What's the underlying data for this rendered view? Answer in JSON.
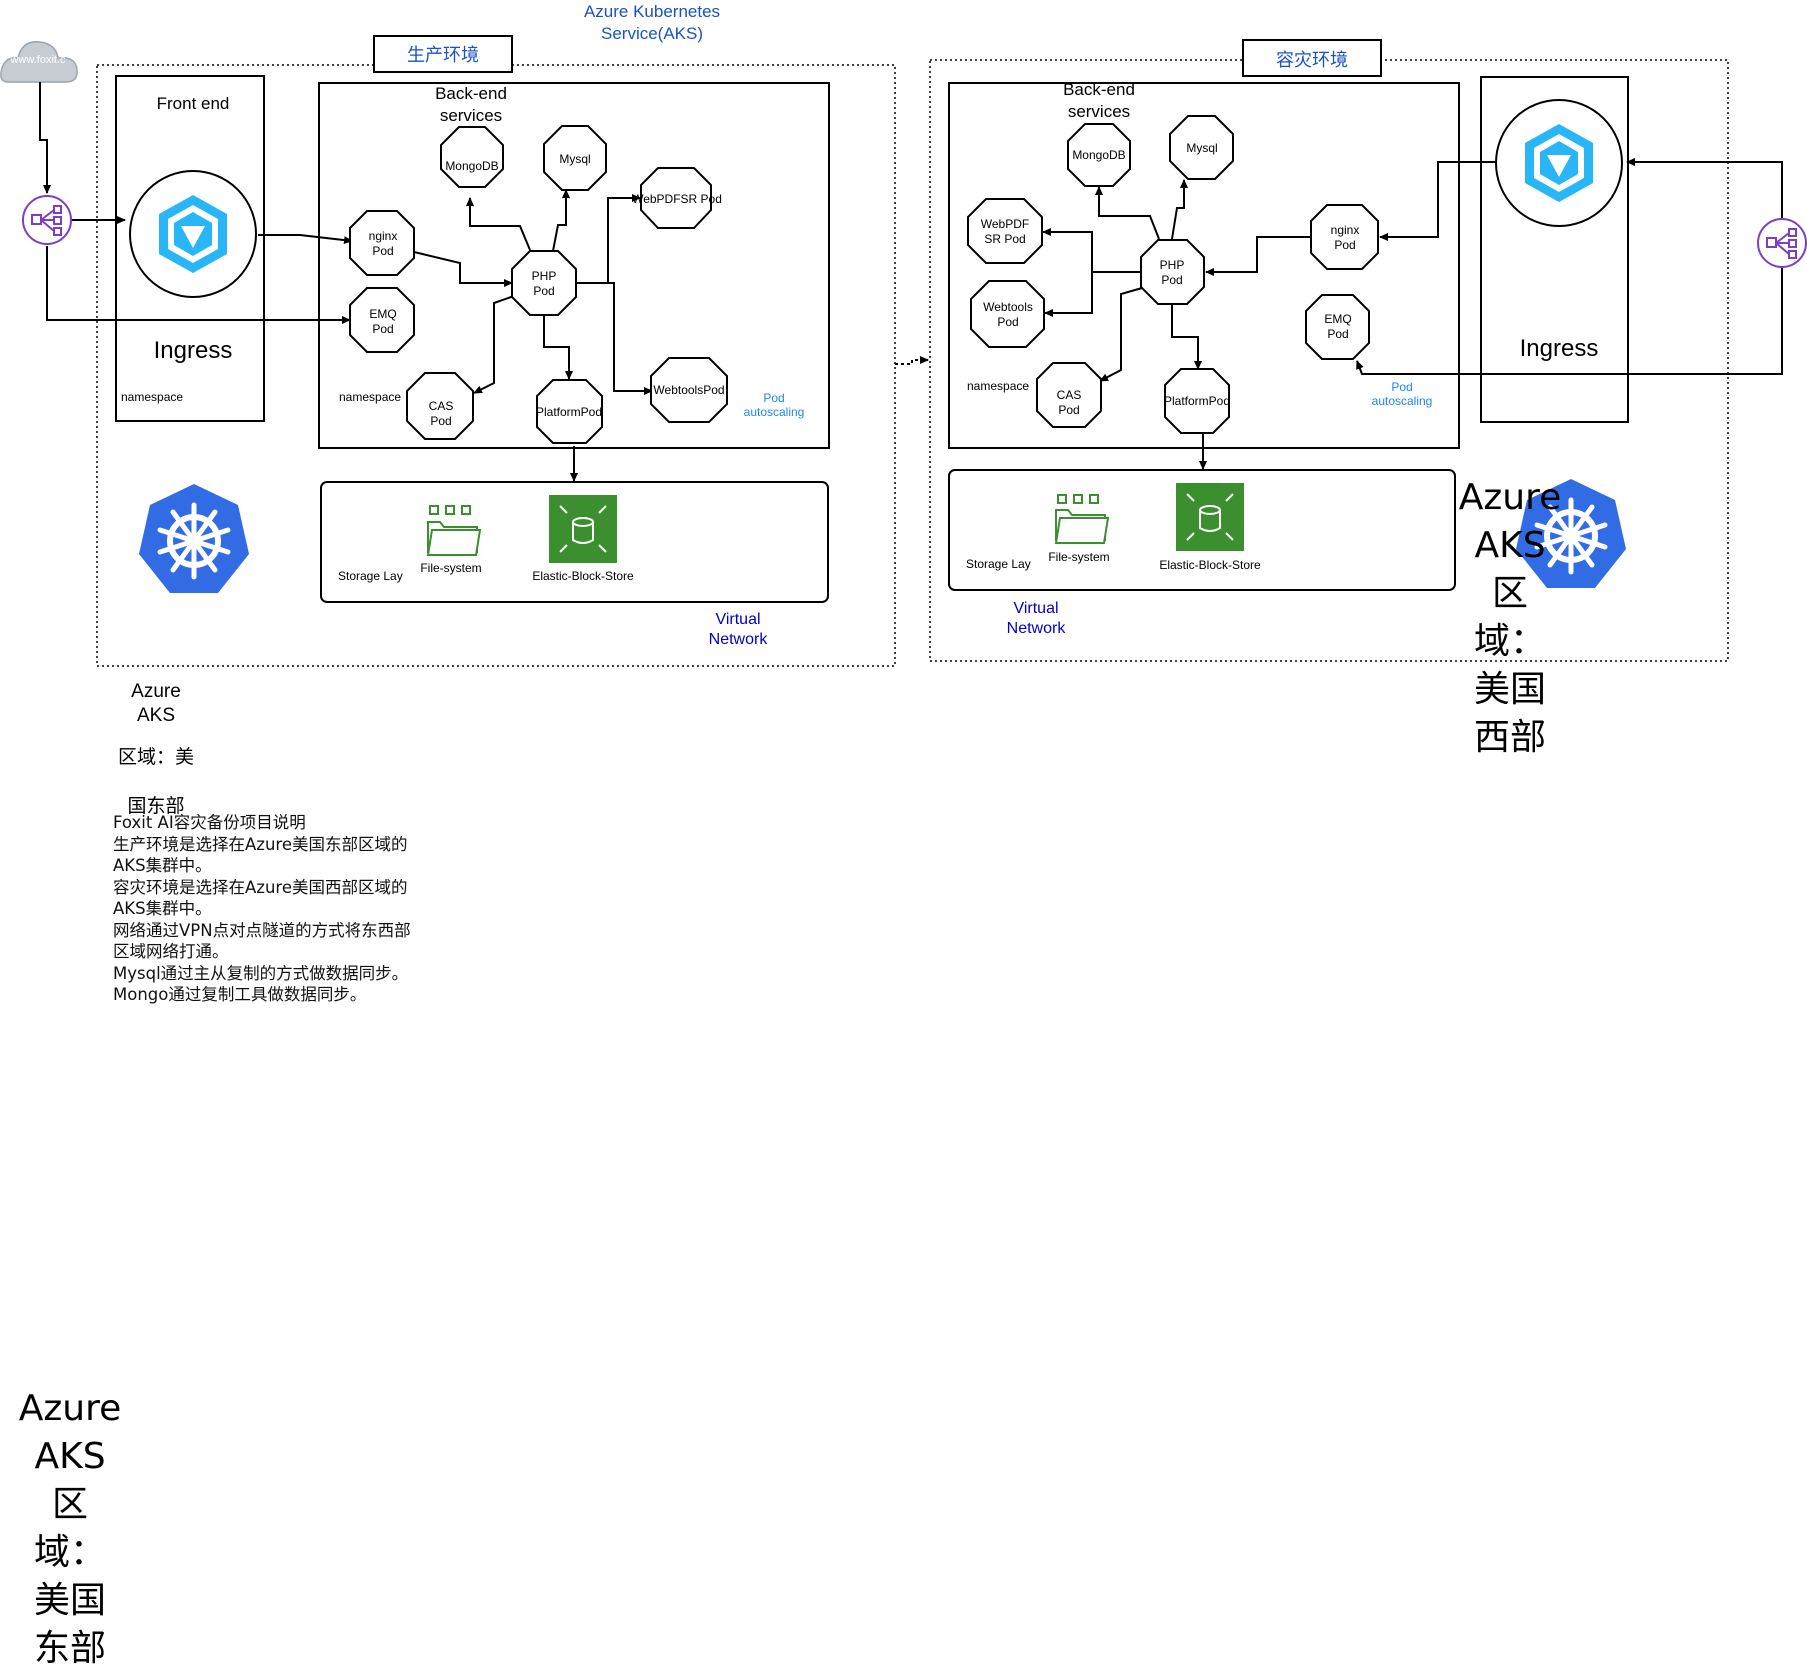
{
  "header": {
    "aks_title_line1": "Azure Kubernetes",
    "aks_title_line2": "Service(AKS)"
  },
  "cloud": {
    "label": "www.foxit.c"
  },
  "production": {
    "env_label": "生产环境",
    "frontend_title": "Front end",
    "ingress_label": "Ingress",
    "frontend_namespace": "namespace",
    "backend_title_line1": "Back-end",
    "backend_title_line2": "services",
    "backend_namespace": "namespace",
    "autoscaling_line1": "Pod",
    "autoscaling_line2": "autoscaling",
    "pods": {
      "mongodb": "MongoDB",
      "mysql": "Mysql",
      "webpdfsr": "WebPDFSR Pod",
      "nginx_1": "nginx",
      "nginx_2": "Pod",
      "emq_1": "EMQ",
      "emq_2": "Pod",
      "php_1": "PHP",
      "php_2": "Pod",
      "cas_1": "CAS",
      "cas_2": "Pod",
      "platform": "PlatformPod",
      "webtools": "WebtoolsPod"
    },
    "storage": {
      "label": "Storage Lay",
      "filesystem": "File-system",
      "ebs": "Elastic-Block-Store"
    },
    "vnet_line1": "Virtual",
    "vnet_line2": "Network",
    "region_line1": "Azure",
    "region_line2": "AKS",
    "region_line3": "区域：美",
    "region_line4": "国东部"
  },
  "dr": {
    "env_label": "容灾环境",
    "backend_title_line1": "Back-end",
    "backend_title_line2": "services",
    "backend_namespace": "namespace",
    "ingress_label": "Ingress",
    "autoscaling_line1": "Pod",
    "autoscaling_line2": "autoscaling",
    "pods": {
      "mongodb": "MongoDB",
      "mysql": "Mysql",
      "webpdf_1": "WebPDF",
      "webpdf_2": "SR Pod",
      "webtools_1": "Webtools",
      "webtools_2": "Pod",
      "php_1": "PHP",
      "php_2": "Pod",
      "nginx_1": "nginx",
      "nginx_2": "Pod",
      "emq_1": "EMQ",
      "emq_2": "Pod",
      "cas_1": "CAS",
      "cas_2": "Pod",
      "platform": "PlatformPod"
    },
    "storage": {
      "label": "Storage Lay",
      "filesystem": "File-system",
      "ebs": "Elastic-Block-Store"
    },
    "vnet_line1": "Virtual",
    "vnet_line2": "Network",
    "region_lines": [
      "Azure",
      "AKS",
      "区",
      "域：",
      "美国",
      "西部"
    ]
  },
  "note": [
    "Foxit AI容灾备份项目说明",
    "生产环境是选择在Azure美国东部区域的",
    "AKS集群中。",
    "容灾环境是选择在Azure美国西部区域的",
    "AKS集群中。",
    "网络通过VPN点对点隧道的方式将东西部",
    "区域网络打通。",
    "Mysql通过主从复制的方式做数据同步。",
    "Mongo通过复制工具做数据同步。"
  ],
  "bottom_region_lines": [
    "Azure",
    "AKS",
    "区",
    "域：",
    "美国",
    "东部"
  ],
  "colors": {
    "blue_text": "#1a52c4",
    "link_blue": "#0000cc",
    "autoscale_blue": "#1e88e5",
    "k8s_blue": "#326ce5",
    "ingress_cyan": "#29b6f6",
    "storage_green": "#3b8f2e",
    "lb_purple": "#7b3fc4",
    "cloud_gray": "#c7ccd3"
  },
  "icons": [
    "cloud-icon",
    "load-balancer-icon",
    "ingress-icon",
    "kubernetes-icon",
    "file-system-icon",
    "elastic-block-store-icon"
  ]
}
